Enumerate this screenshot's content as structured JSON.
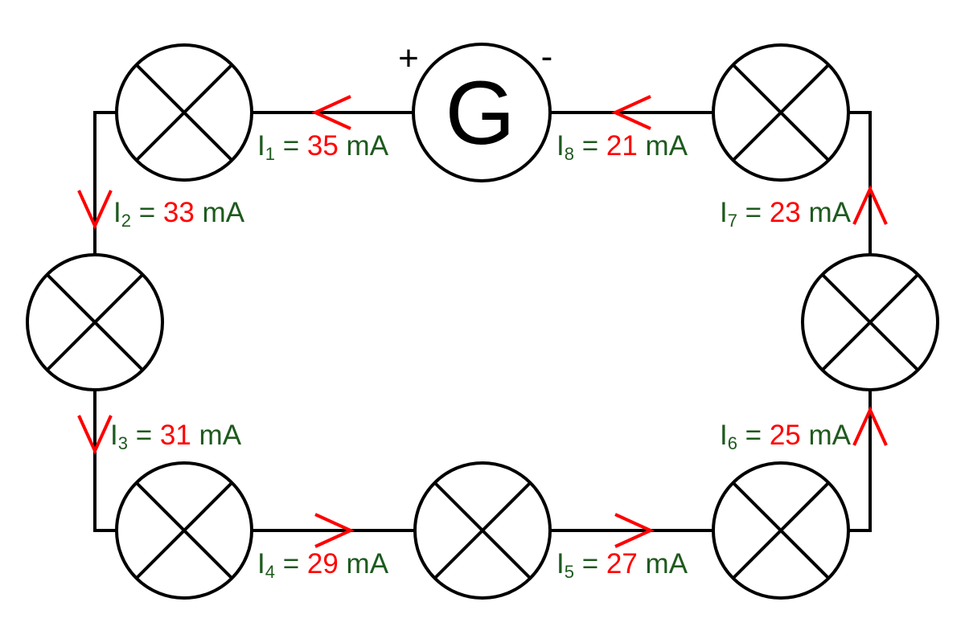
{
  "colors": {
    "wire": "#000000",
    "arrow": "#ff0000",
    "current_symbol": "#1e5a1e",
    "current_value": "#ff0000"
  },
  "generator": {
    "symbol": "G",
    "plus": "+",
    "minus": "-"
  },
  "currents": [
    {
      "name": "I",
      "sub": "1",
      "eq": " = ",
      "value": "35",
      "unit": " mA"
    },
    {
      "name": "I",
      "sub": "2",
      "eq": " = ",
      "value": "33",
      "unit": " mA"
    },
    {
      "name": "I",
      "sub": "3",
      "eq": " = ",
      "value": "31",
      "unit": " mA"
    },
    {
      "name": "I",
      "sub": "4",
      "eq": " = ",
      "value": "29",
      "unit": " mA"
    },
    {
      "name": "I",
      "sub": "5",
      "eq": " = ",
      "value": "27",
      "unit": " mA"
    },
    {
      "name": "I",
      "sub": "6",
      "eq": " = ",
      "value": "25",
      "unit": " mA"
    },
    {
      "name": "I",
      "sub": "7",
      "eq": " = ",
      "value": "23",
      "unit": " mA"
    },
    {
      "name": "I",
      "sub": "8",
      "eq": " = ",
      "value": "21",
      "unit": " mA"
    }
  ],
  "lamp_icon": "lamp-cross-icon",
  "arrow_icon": "chevron-arrow-icon"
}
